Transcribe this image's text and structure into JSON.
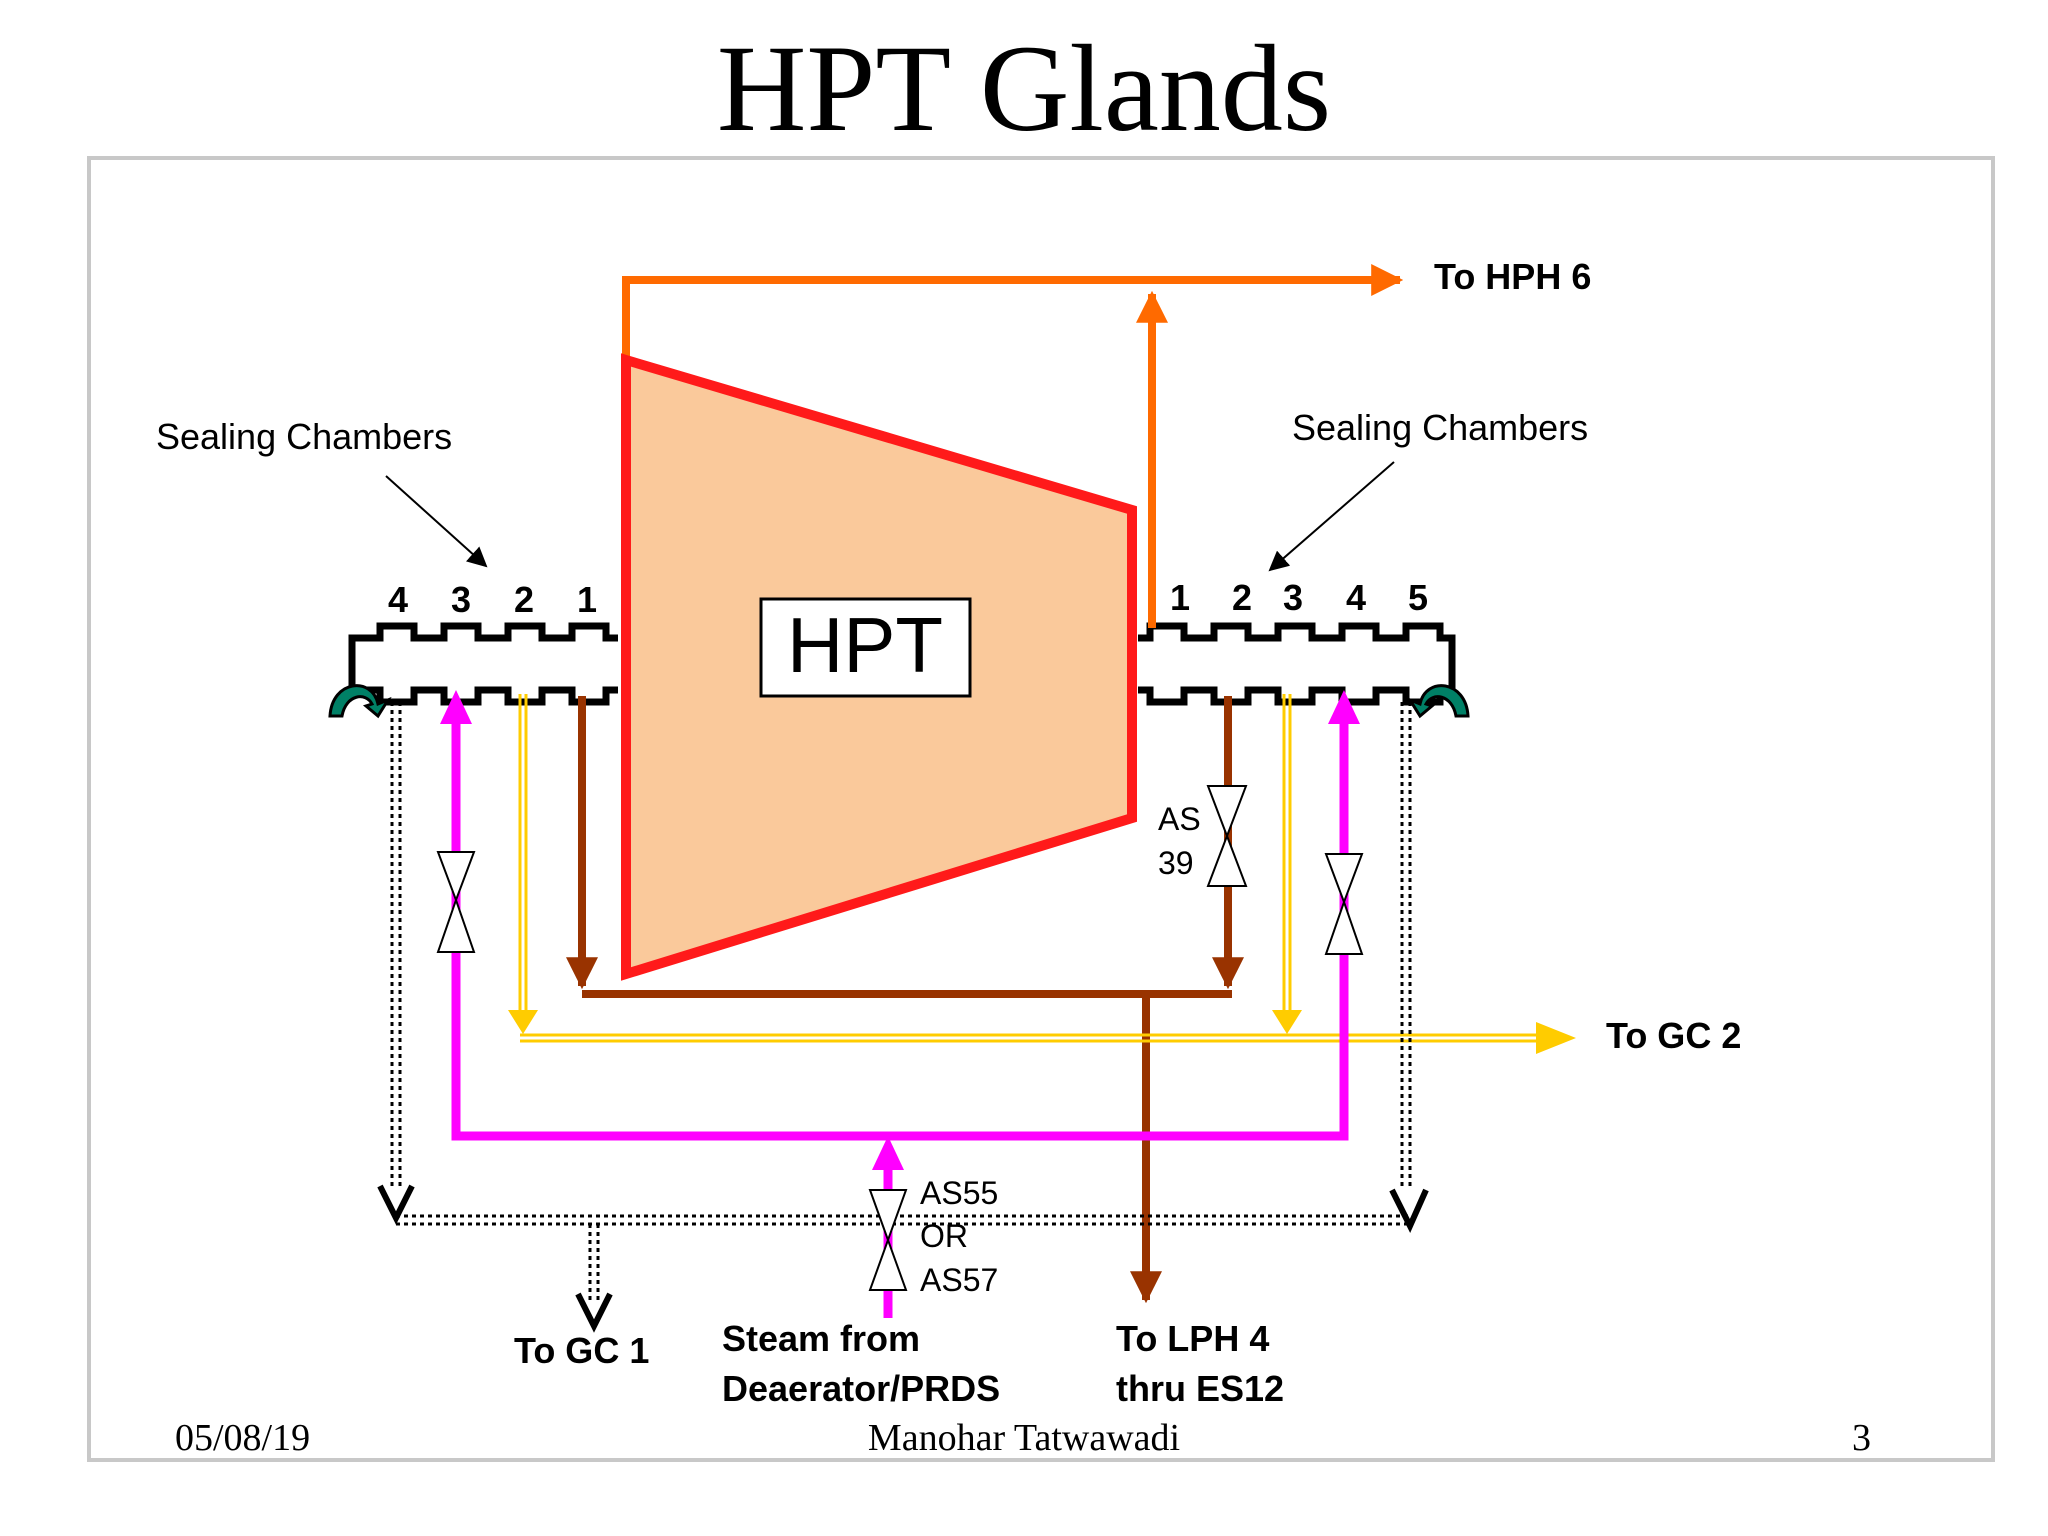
{
  "title": "HPT Glands",
  "diagram": {
    "turbine_label": "HPT",
    "left_chamber_label": "Sealing Chambers",
    "right_chamber_label": "Sealing Chambers",
    "left_chamber_numbers": [
      "4",
      "3",
      "2",
      "1"
    ],
    "right_chamber_numbers": [
      "1",
      "2",
      "3",
      "4",
      "5"
    ],
    "to_hph6": "To HPH 6",
    "to_gc2": "To GC 2",
    "to_gc1": "To GC 1",
    "steam_from_line1": "Steam from",
    "steam_from_line2": "Deaerator/PRDS",
    "to_lph4_line1": "To LPH 4",
    "to_lph4_line2": "thru ES12",
    "valve_as39_line1": "AS",
    "valve_as39_line2": "39",
    "valve_as55": "AS55",
    "valve_or": "OR",
    "valve_as57": "AS57",
    "colors": {
      "turbine_fill": "#fac99b",
      "turbine_outline": "#ff1a1a",
      "hph6_line": "#ff6a00",
      "lph4_line": "#993300",
      "gc2_line": "#ffcc00",
      "steam_line": "#ff00ff",
      "rotation_arrow": "#008066"
    }
  },
  "footer": {
    "date": "05/08/19",
    "author": "Manohar Tatwawadi",
    "page": "3"
  }
}
